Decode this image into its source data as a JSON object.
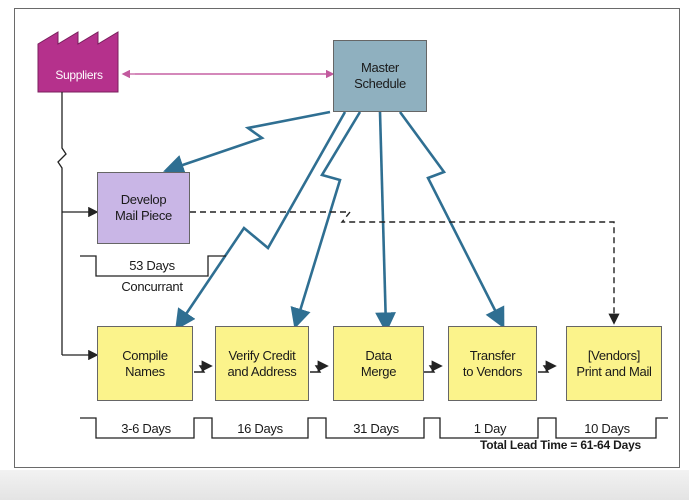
{
  "colors": {
    "process": "#fbf38b",
    "develop": "#c9b6e6",
    "schedule": "#8fb0bf",
    "supplier": "#b5318c",
    "arrow": "#2f6f92"
  },
  "suppliers": {
    "label": "Suppliers"
  },
  "master_schedule": {
    "label": "Master\nSchedule"
  },
  "develop": {
    "label": "Develop\nMail Piece",
    "days": "53 Days",
    "note": "Concurrant"
  },
  "processes": [
    {
      "label": "Compile\nNames",
      "days": "3-6 Days"
    },
    {
      "label": "Verify Credit\nand Address",
      "days": "16 Days"
    },
    {
      "label": "Data\nMerge",
      "days": "31 Days"
    },
    {
      "label": "Transfer\nto Vendors",
      "days": "1 Day"
    },
    {
      "label": "[Vendors]\nPrint and Mail",
      "days": "10 Days"
    }
  ],
  "total_lead_time": "Total Lead Time = 61-64 Days"
}
